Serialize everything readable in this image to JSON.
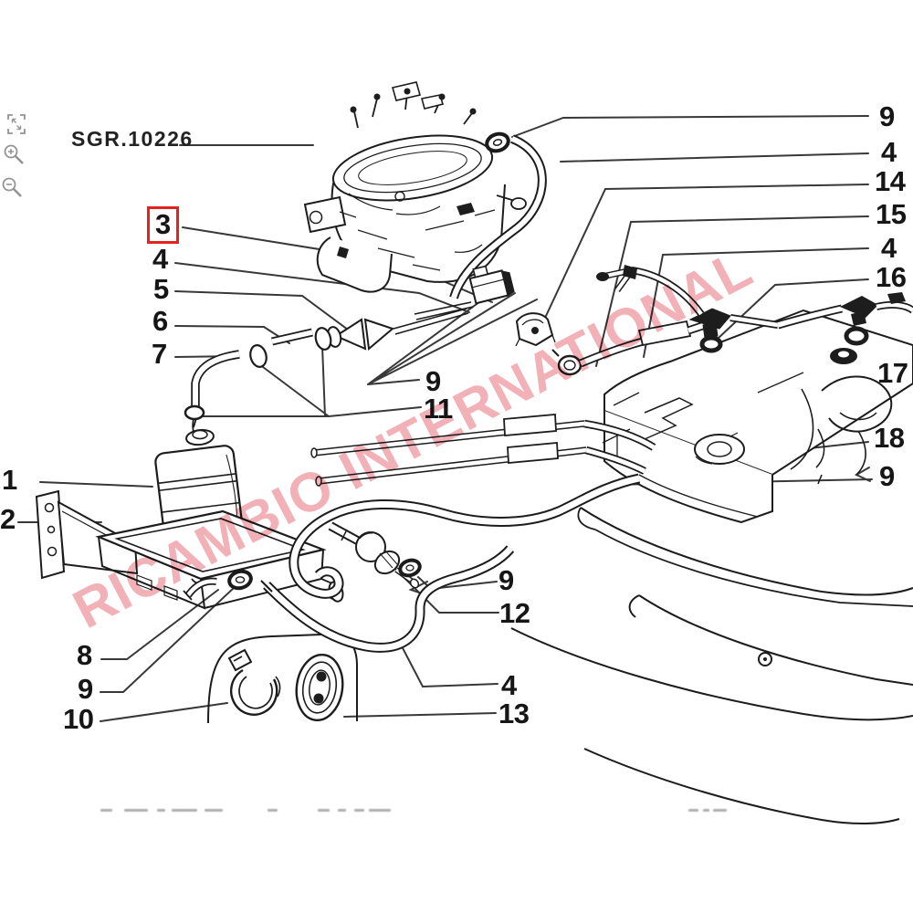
{
  "viewer": {
    "sgr_label": "SGR.10226",
    "toolbar": {
      "icons": [
        {
          "name": "fullscreen-icon"
        },
        {
          "name": "zoom-in-icon"
        },
        {
          "name": "zoom-out-icon"
        }
      ]
    }
  },
  "watermark": {
    "text": "RICAMBIO INTERNATIONAL",
    "color": "#de4654"
  },
  "diagram": {
    "description": "Exploded parts diagram: carburetor, fuel vapor separator canister, hoses and fuel tank",
    "highlighted_callout": "3",
    "callouts": [
      {
        "id": "9-top-right",
        "label": "9"
      },
      {
        "id": "4-right-1",
        "label": "4"
      },
      {
        "id": "14-right",
        "label": "14"
      },
      {
        "id": "15-right",
        "label": "15"
      },
      {
        "id": "4-right-2",
        "label": "4"
      },
      {
        "id": "16-right",
        "label": "16"
      },
      {
        "id": "17-right",
        "label": "17"
      },
      {
        "id": "18-right",
        "label": "18"
      },
      {
        "id": "9-right-bottom",
        "label": "9"
      },
      {
        "id": "3-left",
        "label": "3",
        "highlighted": true
      },
      {
        "id": "4-left",
        "label": "4"
      },
      {
        "id": "5-left",
        "label": "5"
      },
      {
        "id": "6-left",
        "label": "6"
      },
      {
        "id": "7-left",
        "label": "7"
      },
      {
        "id": "9-middle",
        "label": "9"
      },
      {
        "id": "11-middle",
        "label": "11"
      },
      {
        "id": "1-left-edge",
        "label": "1"
      },
      {
        "id": "2-left-edge",
        "label": "2"
      },
      {
        "id": "8-bottom-left",
        "label": "8"
      },
      {
        "id": "9-bottom-left",
        "label": "9"
      },
      {
        "id": "10-bottom-left",
        "label": "10"
      },
      {
        "id": "9-bottom-mid",
        "label": "9"
      },
      {
        "id": "12-bottom-mid",
        "label": "12"
      },
      {
        "id": "4-bottom-mid",
        "label": "4"
      },
      {
        "id": "13-bottom-mid",
        "label": "13"
      }
    ]
  },
  "colors": {
    "callout_highlight": "#e5231e",
    "line": "#1c1c1c",
    "leader": "#383838",
    "icon_gray": "#949494"
  }
}
